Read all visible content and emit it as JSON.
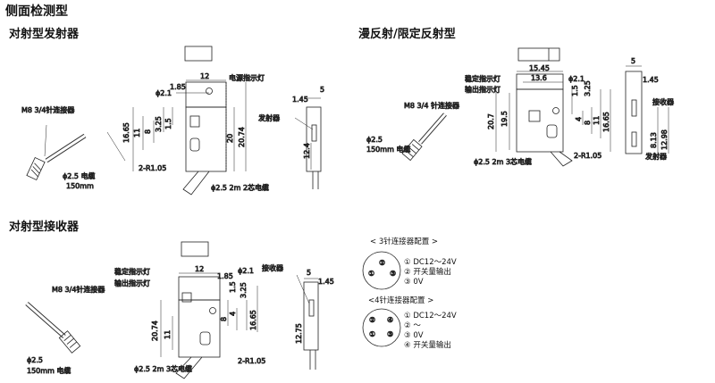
{
  "page": {
    "title": "侧面检测型"
  },
  "sections": {
    "emitter": {
      "title": "对射型发射器",
      "labels": {
        "connector": "M8 3/4针连接器",
        "cable1": "ϕ2.5 电缆",
        "cable2": "150mm",
        "power_led": "电源指示灯",
        "hole_dia": "ϕ2.1",
        "radius": "2-R1.05",
        "cable_bottom": "ϕ2.5 2m 2芯电缆",
        "side_part": "发射器"
      },
      "dims": {
        "w12": "12",
        "d185": "1.85",
        "d1665": "16.65",
        "d11": "11",
        "d8": "8",
        "d325": "3.25",
        "d15": "1.5",
        "d20": "20",
        "d2074": "20.74",
        "d145": "1.45",
        "d5": "5",
        "d124": "12.4"
      }
    },
    "receiver": {
      "title": "对射型接收器",
      "labels": {
        "connector": "M8 3/4针连接器",
        "cable1": "ϕ2.5",
        "cable2": "150mm 电缆",
        "stable_led": "稳定指示灯",
        "output_led": "输出指示灯",
        "hole_dia": "ϕ2.1",
        "radius": "2-R1.05",
        "cable_bottom": "ϕ2.5 2m 3芯电缆",
        "side_part": "接收器"
      },
      "dims": {
        "w12": "12",
        "d185": "1.85",
        "d2074": "20.74",
        "d11": "11",
        "d8": "8",
        "d4": "4",
        "d15": "1.5",
        "d325": "3.25",
        "d1665": "16.65",
        "d5": "5",
        "d145": "1.45",
        "d1275": "12.75"
      }
    },
    "diffuse": {
      "title": "漫反射/限定反射型",
      "labels": {
        "connector": "M8 3/4 针连接器",
        "cable1": "ϕ2.5",
        "cable2": "150mm 电缆",
        "stable_led": "稳定指示灯",
        "output_led": "输出指示灯",
        "hole_dia": "ϕ2.1",
        "radius": "2-R1.05",
        "cable_bottom": "ϕ2.5 2m 3芯电缆",
        "receiver": "接收器",
        "emitter": "发射器"
      },
      "dims": {
        "d1545": "15.45",
        "d136": "13.6",
        "d15": "1.5",
        "d325": "3.25",
        "d207": "20.7",
        "d195": "19.5",
        "d4": "4",
        "d8": "8",
        "d11": "11",
        "d1665": "16.65",
        "d5": "5",
        "d145": "1.45",
        "d813": "8.13",
        "d1298": "12.98"
      }
    }
  },
  "pinouts": {
    "three": {
      "title": "< 3针连接器配置 >",
      "pins": [
        "① DC12～24V",
        "② 开关量输出",
        "③ 0V"
      ],
      "glyphs": [
        "②",
        "①",
        "③"
      ]
    },
    "four": {
      "title": "<4针连接器配置 >",
      "pins": [
        "① DC12～24V",
        "② ～",
        "③ 0V",
        "④ 开关量输出"
      ],
      "glyphs": [
        "②",
        "④",
        "①",
        "③"
      ]
    }
  }
}
